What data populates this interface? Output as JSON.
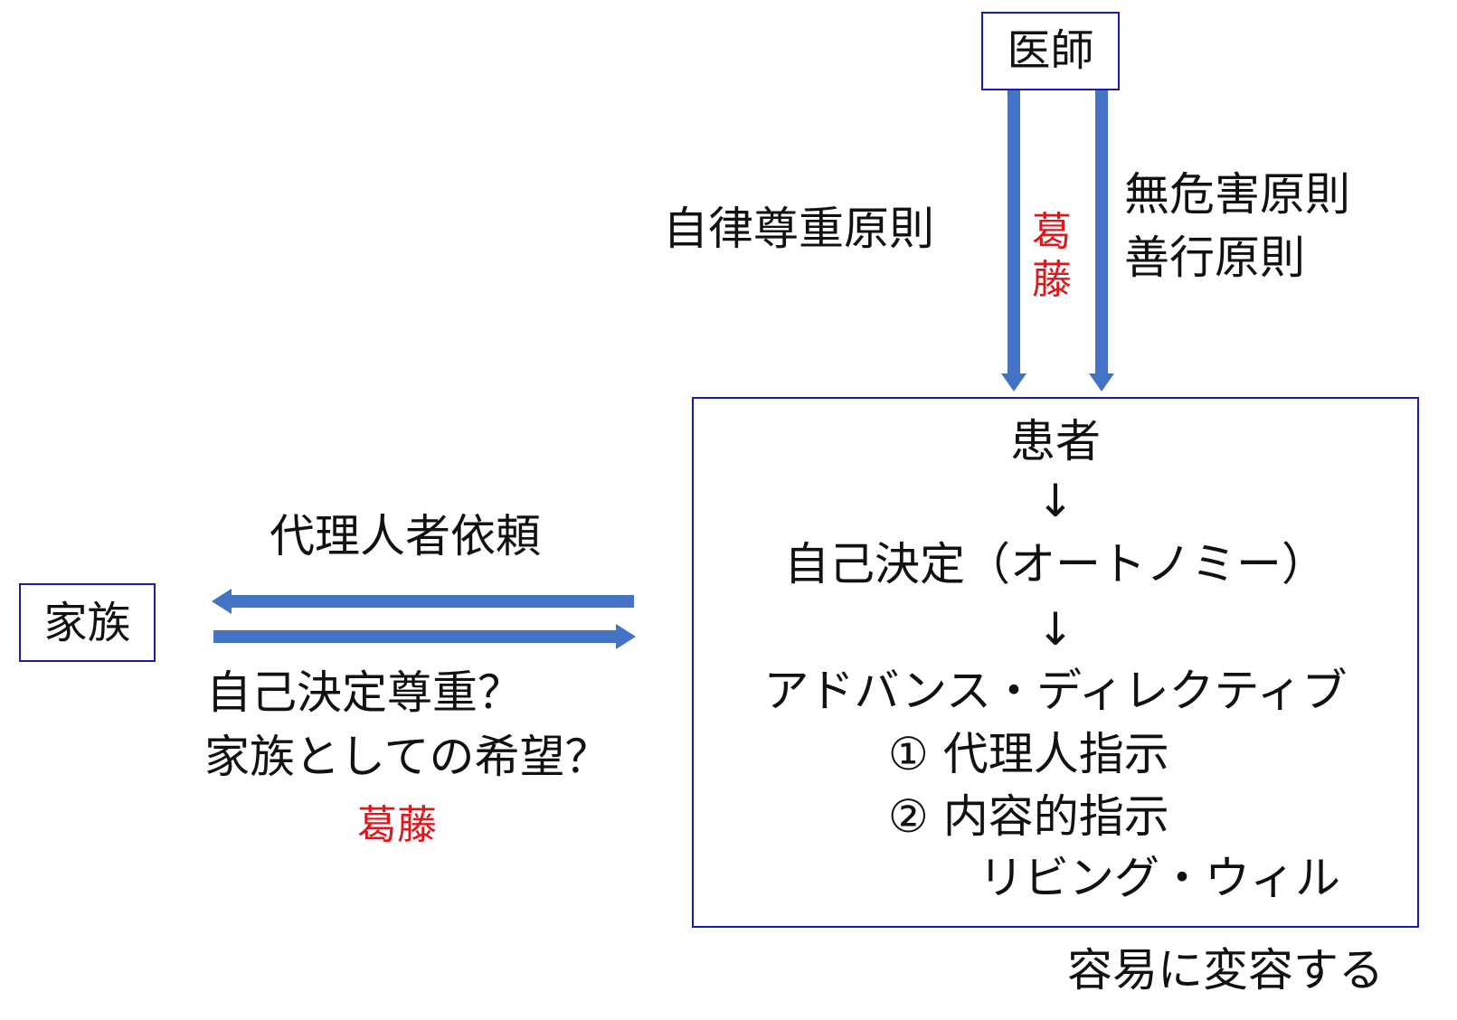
{
  "doctor": {
    "label": "医師"
  },
  "principles_left": "自律尊重原則",
  "principles_right": {
    "line1": "無危害原則",
    "line2": "善行原則"
  },
  "conflict_vertical": {
    "char1": "葛",
    "char2": "藤"
  },
  "family": {
    "label": "家族"
  },
  "proxy_request": "代理人者依頼",
  "family_questions": {
    "line1": "自己決定尊重？",
    "line2": "家族としての希望？"
  },
  "conflict_horizontal": "葛藤",
  "patient_box": {
    "title": "患者",
    "arrow1": "↓",
    "self_decision": "自己決定（オートノミー）",
    "arrow2": "↓",
    "advance_directive": "アドバンス・ディレクティブ",
    "item1": "① 代理人指示",
    "item2": "② 内容的指示",
    "item3": "リビング・ウィル"
  },
  "footnote": "容易に変容する",
  "colors": {
    "box_border": "#1b1bb0",
    "arrow": "#4472c4",
    "conflict_text": "#e0161b"
  }
}
